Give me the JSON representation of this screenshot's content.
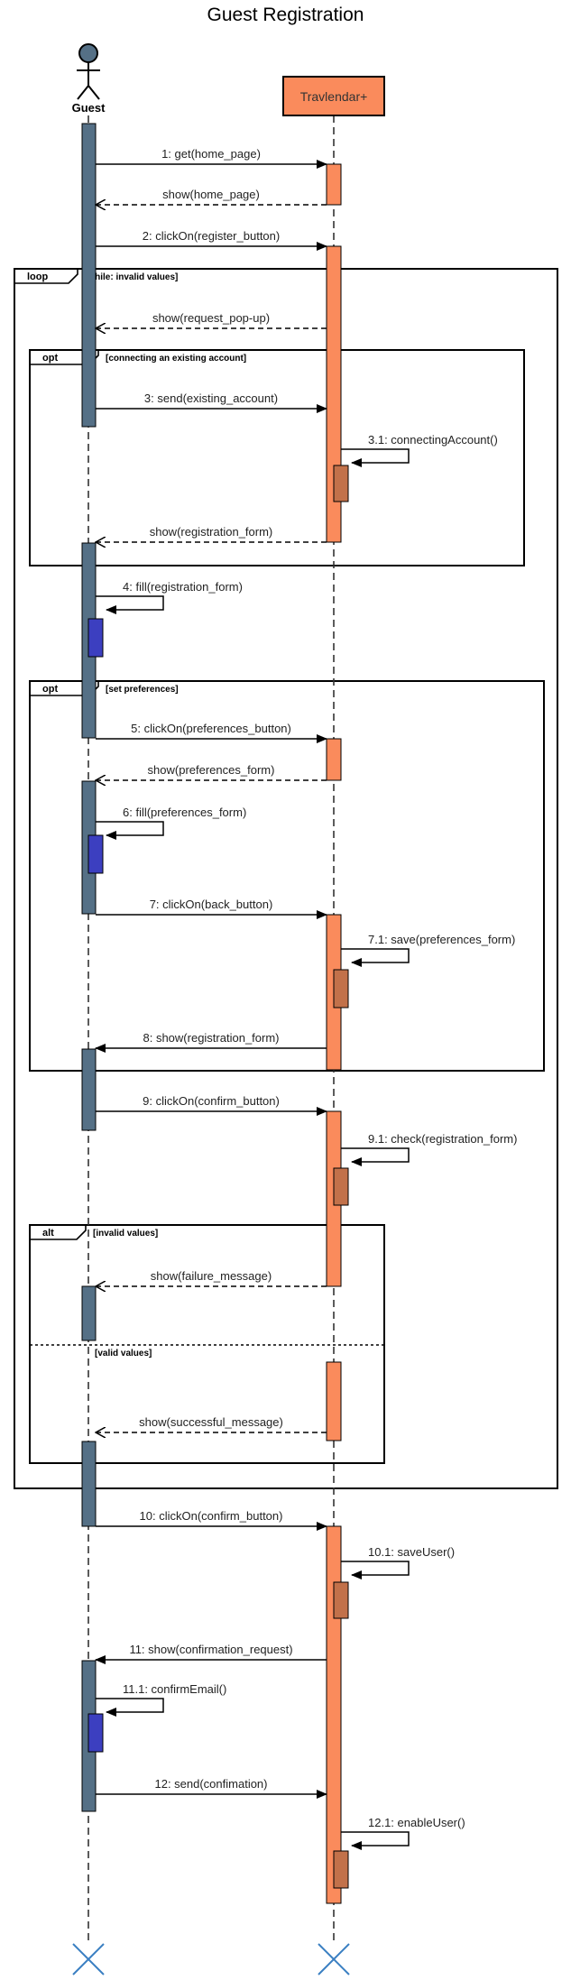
{
  "title": "Guest Registration",
  "participants": {
    "guest": {
      "name": "Guest",
      "kind": "actor"
    },
    "system": {
      "name": "Travlendar+",
      "kind": "object"
    }
  },
  "colors": {
    "guest_activation": "#557086",
    "system_activation": "#FA8B5C",
    "system_box": "#FA8B5C",
    "system_self": "#C2714A",
    "guest_self": "#3C3FC0",
    "line": "#000000"
  },
  "frames": [
    {
      "operator": "loop",
      "guard": "[while: invalid values]"
    },
    {
      "operator": "opt",
      "guard": "[connecting an existing account]"
    },
    {
      "operator": "opt",
      "guard": "[set preferences]"
    },
    {
      "operator": "alt",
      "guard": "[invalid values]",
      "else_guard": "[valid values]"
    }
  ],
  "messages": [
    {
      "label": "1: get(home_page)",
      "from": "guest",
      "to": "system",
      "style": "sync"
    },
    {
      "label": "show(home_page)",
      "from": "system",
      "to": "guest",
      "style": "return"
    },
    {
      "label": "2: clickOn(register_button)",
      "from": "guest",
      "to": "system",
      "style": "sync"
    },
    {
      "label": "show(request_pop-up)",
      "from": "system",
      "to": "guest",
      "style": "return"
    },
    {
      "label": "3: send(existing_account)",
      "from": "guest",
      "to": "system",
      "style": "sync"
    },
    {
      "label": "3.1: connectingAccount()",
      "from": "system",
      "to": "system",
      "style": "self"
    },
    {
      "label": "show(registration_form)",
      "from": "system",
      "to": "guest",
      "style": "return"
    },
    {
      "label": "4: fill(registration_form)",
      "from": "guest",
      "to": "guest",
      "style": "self"
    },
    {
      "label": "5: clickOn(preferences_button)",
      "from": "guest",
      "to": "system",
      "style": "sync"
    },
    {
      "label": "show(preferences_form)",
      "from": "system",
      "to": "guest",
      "style": "return"
    },
    {
      "label": "6: fill(preferences_form)",
      "from": "guest",
      "to": "guest",
      "style": "self"
    },
    {
      "label": "7: clickOn(back_button)",
      "from": "guest",
      "to": "system",
      "style": "sync"
    },
    {
      "label": "7.1: save(preferences_form)",
      "from": "system",
      "to": "system",
      "style": "self"
    },
    {
      "label": "8: show(registration_form)",
      "from": "system",
      "to": "guest",
      "style": "sync"
    },
    {
      "label": "9: clickOn(confirm_button)",
      "from": "guest",
      "to": "system",
      "style": "sync"
    },
    {
      "label": "9.1: check(registration_form)",
      "from": "system",
      "to": "system",
      "style": "self"
    },
    {
      "label": "show(failure_message)",
      "from": "system",
      "to": "guest",
      "style": "return"
    },
    {
      "label": "show(successful_message)",
      "from": "system",
      "to": "guest",
      "style": "return"
    },
    {
      "label": "10: clickOn(confirm_button)",
      "from": "guest",
      "to": "system",
      "style": "sync"
    },
    {
      "label": "10.1: saveUser()",
      "from": "system",
      "to": "system",
      "style": "self"
    },
    {
      "label": "11: show(confirmation_request)",
      "from": "system",
      "to": "guest",
      "style": "sync"
    },
    {
      "label": "11.1: confirmEmail()",
      "from": "guest",
      "to": "guest",
      "style": "self"
    },
    {
      "label": "12: send(confimation)",
      "from": "guest",
      "to": "system",
      "style": "sync"
    },
    {
      "label": "12.1: enableUser()",
      "from": "system",
      "to": "system",
      "style": "self"
    }
  ]
}
